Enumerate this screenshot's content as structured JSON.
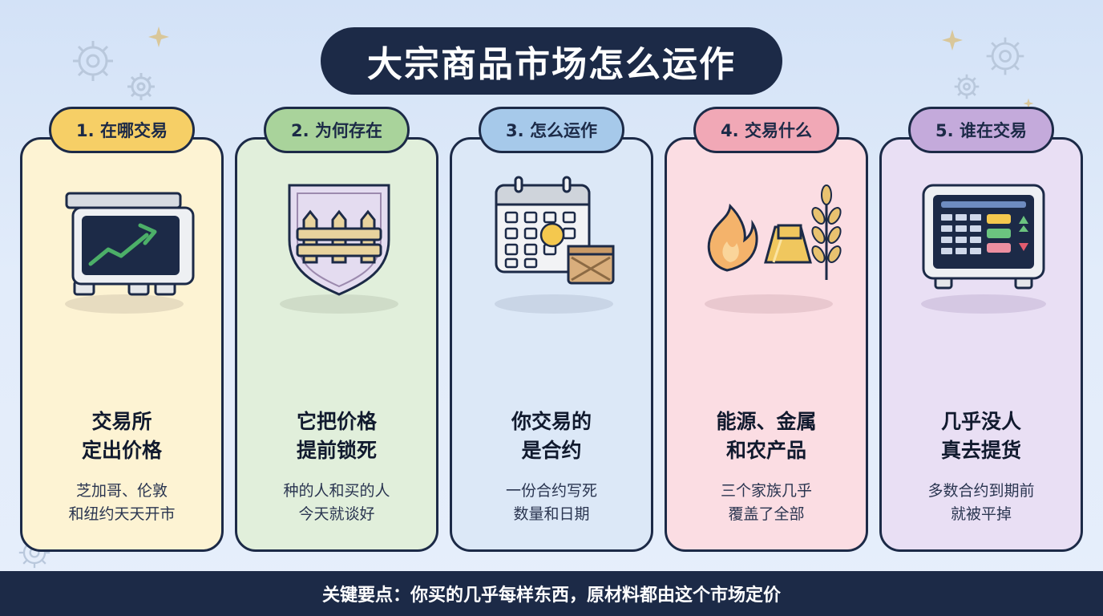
{
  "title": "大宗商品市场怎么运作",
  "colors": {
    "navy": "#1c2a47",
    "card_yellow": "#fdf3d3",
    "tab_yellow": "#f6cf66",
    "card_green": "#e1efdb",
    "tab_green": "#a9d39b",
    "card_blue": "#dce8f7",
    "tab_blue": "#a6c9ea",
    "card_pink": "#fbdde3",
    "tab_pink": "#f1a8b6",
    "card_purple": "#e9dff4",
    "tab_purple": "#c4aadb"
  },
  "cards": [
    {
      "tab": "1. 在哪交易",
      "icon": "exchange-monitor-icon",
      "headline1": "交易所",
      "headline2": "定出价格",
      "sub1": "芝加哥、伦敦",
      "sub2": "和纽约天天开市"
    },
    {
      "tab": "2. 为何存在",
      "icon": "fence-shield-icon",
      "headline1": "它把价格",
      "headline2": "提前锁死",
      "sub1": "种的人和买的人",
      "sub2": "今天就谈好"
    },
    {
      "tab": "3. 怎么运作",
      "icon": "calendar-crate-icon",
      "headline1": "你交易的",
      "headline2": "是合约",
      "sub1": "一份合约写死",
      "sub2": "数量和日期"
    },
    {
      "tab": "4. 交易什么",
      "icon": "flame-gold-wheat-icon",
      "headline1": "能源、金属",
      "headline2": "和农产品",
      "sub1": "三个家族几乎",
      "sub2": "覆盖了全部"
    },
    {
      "tab": "5. 谁在交易",
      "icon": "trading-terminal-icon",
      "headline1": "几乎没人",
      "headline2": "真去提货",
      "sub1": "多数合约到期前",
      "sub2": "就被平掉"
    }
  ],
  "footer": "关键要点：你买的几乎每样东西，原材料都由这个市场定价"
}
